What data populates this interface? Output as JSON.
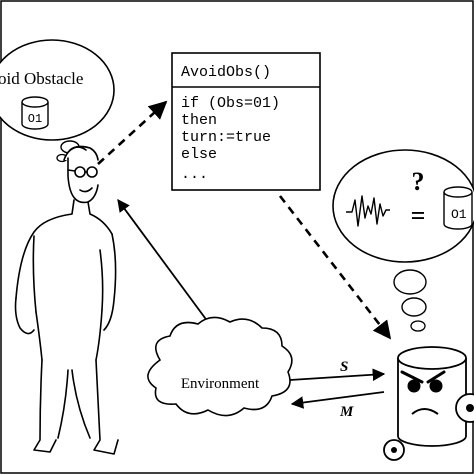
{
  "thought_bubble_human": {
    "label": "oid Obstacle",
    "cylinder_label": "O1"
  },
  "code_box": {
    "header": "AvoidObs()",
    "lines": [
      "if (Obs=01)",
      "then",
      "turn:=true",
      "else",
      "..."
    ]
  },
  "environment": {
    "label": "Environment"
  },
  "arrows": {
    "sense_label": "S",
    "motor_label": "M"
  },
  "thought_bubble_robot": {
    "question": "?",
    "equals": "=",
    "cylinder_label": "O1"
  },
  "colors": {
    "ink": "#000000",
    "paper": "#ffffff"
  }
}
